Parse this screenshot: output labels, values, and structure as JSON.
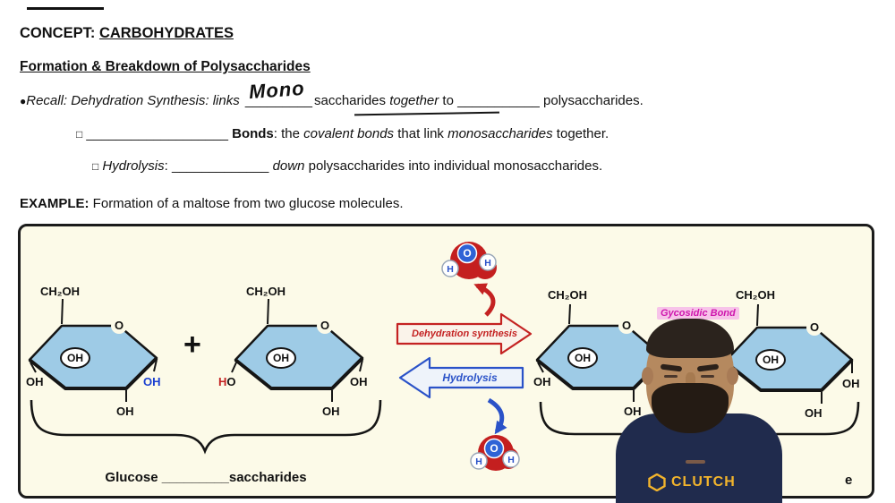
{
  "colors": {
    "accent_red": "#c42222",
    "accent_blue": "#2a52c8",
    "glycosidic_magenta": "#cf17ad",
    "ring_fill": "#9ecbe6",
    "box_background": "#fcfae8",
    "shirt_navy": "#202b4d",
    "logo_yellow": "#f2b42c"
  },
  "header": {
    "concept_label": "CONCEPT:",
    "concept_title": "CARBOHYDRATES",
    "subtitle": "Formation & Breakdown of Polysaccharides"
  },
  "recall": {
    "bullet": "●",
    "label": "Recall: ",
    "term": "Dehydration Synthesis: links",
    "blank1": "_________",
    "handwritten": "Mono",
    "mid1": "saccharides ",
    "together": "together",
    "mid2": " to ",
    "blank2": "___________",
    "tail": " polysaccharides."
  },
  "bond_line": {
    "marker": "□",
    "blank": "___________________",
    "bold": "Bonds",
    "mid1": ": the ",
    "italic1": "covalent bonds",
    "mid2": " that link ",
    "italic2": "monosaccharides",
    "tail": " together."
  },
  "hydrolysis_line": {
    "marker": "□",
    "italic1": "Hydrolysis",
    "mid1": ": ",
    "blank": "_____________",
    "italic2": " down ",
    "tail": "polysaccharides into individual monosaccharides."
  },
  "example": {
    "label": "EXAMPLE:",
    "text": " Formation of a maltose from two glucose molecules."
  },
  "diagram": {
    "plus": "+",
    "dehydration_label": "Dehydration synthesis",
    "hydrolysis_label": "Hydrolysis",
    "glycosidic_label": "Gycosidic Bond",
    "ring_o": "O",
    "oh": "OH",
    "ho_h": "H",
    "ho_o": "O",
    "ch2oh": "CH₂OH",
    "water_o": "O",
    "water_h": "H",
    "caption_glucose": "Glucose ",
    "caption_blank": "_________saccharides",
    "caption_fragment": "e"
  },
  "webcam": {
    "logo_text": "CLUTCH"
  }
}
